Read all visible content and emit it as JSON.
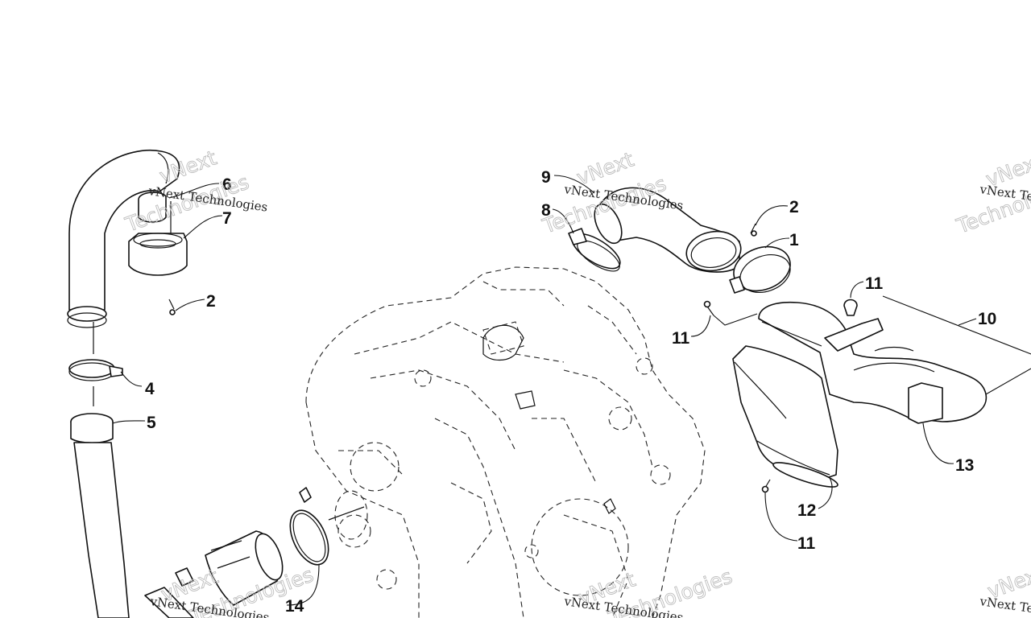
{
  "callouts": {
    "c1": "1",
    "c2a": "2",
    "c2b": "2",
    "c4": "4",
    "c5": "5",
    "c6": "6",
    "c7": "7",
    "c8": "8",
    "c9": "9",
    "c10": "10",
    "c11a": "11",
    "c11b": "11",
    "c11c": "11",
    "c12": "12",
    "c13": "13",
    "c14": "14"
  },
  "watermark": {
    "line1": "vNext Technologies",
    "line2": "Technologies",
    "line3": "vNext"
  }
}
